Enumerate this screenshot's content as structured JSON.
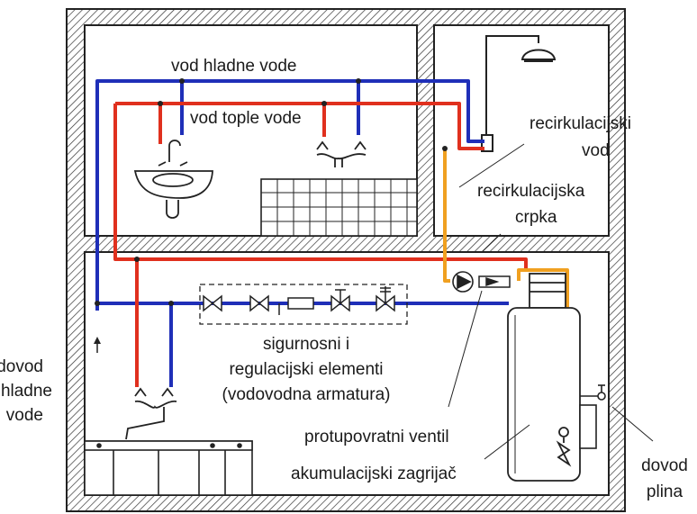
{
  "labels": {
    "cold_water_line": "vod hladne vode",
    "hot_water_line": "vod tople vode",
    "recirc_line": [
      "recirkulacijski",
      "vod"
    ],
    "recirc_pump": [
      "recirkulacijska",
      "crpka"
    ],
    "safety_elements": [
      "sigurnosni i",
      "regulacijski elementi",
      "(vodovodna armatura)"
    ],
    "check_valve": "protupovratni ventil",
    "storage_heater": "akumulacijski zagrijač",
    "cold_water_supply": [
      "dovod",
      "hladne",
      "vode"
    ],
    "gas_supply": [
      "dovod",
      "plina"
    ]
  },
  "colors": {
    "cold": "#1f2fb8",
    "hot": "#e0301e",
    "recirc": "#f0a020",
    "wall": "#222222"
  }
}
